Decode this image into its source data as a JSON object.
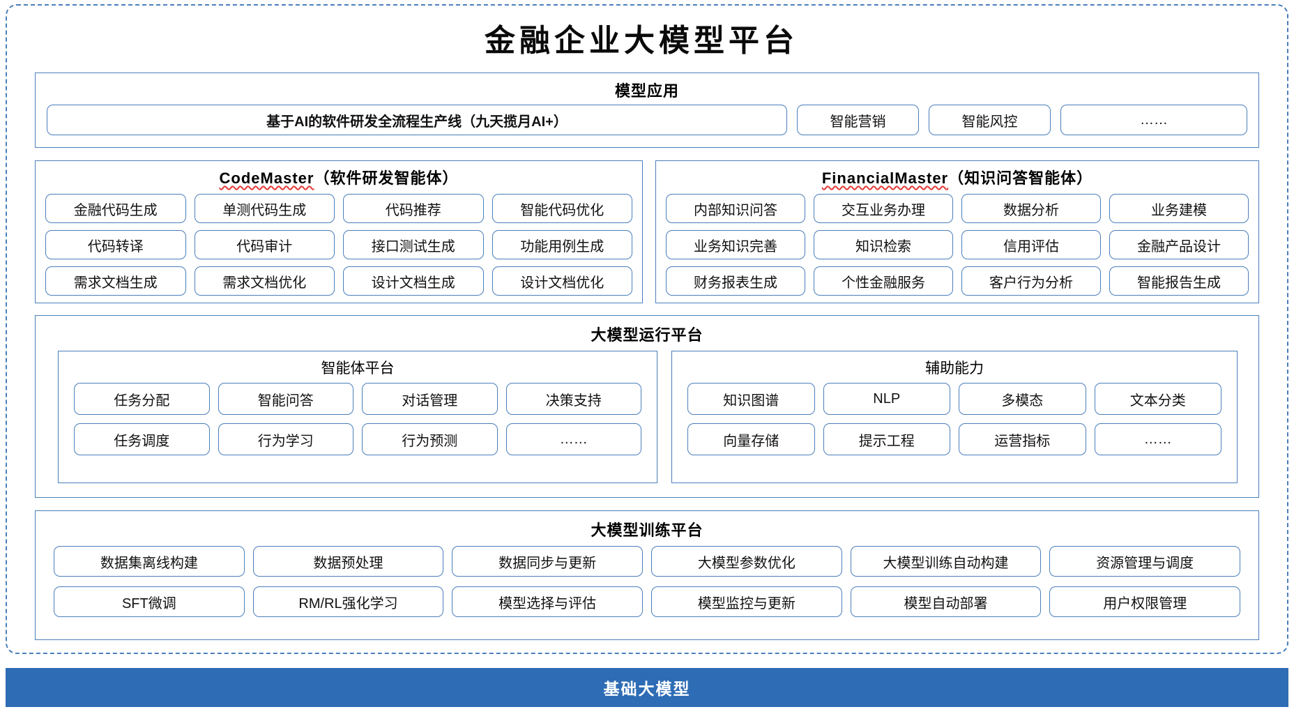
{
  "page": {
    "title": "金融企业大模型平台",
    "accent_color": "#4a7ebb",
    "base_bar_color": "#2e6cb5",
    "spellcheck_underline_color": "#e53935"
  },
  "model_application": {
    "title": "模型应用",
    "flagship": "基于AI的软件研发全流程生产线（九天揽月AI+）",
    "items": [
      "智能营销",
      "智能风控",
      "……"
    ]
  },
  "agents": [
    {
      "name": "CodeMaster",
      "suffix": "（软件研发智能体）",
      "rows": [
        [
          "金融代码生成",
          "单测代码生成",
          "代码推荐",
          "智能代码优化"
        ],
        [
          "代码转译",
          "代码审计",
          "接口测试生成",
          "功能用例生成"
        ],
        [
          "需求文档生成",
          "需求文档优化",
          "设计文档生成",
          "设计文档优化"
        ]
      ]
    },
    {
      "name": "FinancialMaster",
      "suffix": "（知识问答智能体）",
      "rows": [
        [
          "内部知识问答",
          "交互业务办理",
          "数据分析",
          "业务建模"
        ],
        [
          "业务知识完善",
          "知识检索",
          "信用评估",
          "金融产品设计"
        ],
        [
          "财务报表生成",
          "个性金融服务",
          "客户行为分析",
          "智能报告生成"
        ]
      ]
    }
  ],
  "runtime_platform": {
    "title": "大模型运行平台",
    "sections": [
      {
        "title": "智能体平台",
        "rows": [
          [
            "任务分配",
            "智能问答",
            "对话管理",
            "决策支持"
          ],
          [
            "任务调度",
            "行为学习",
            "行为预测",
            "……"
          ]
        ]
      },
      {
        "title": "辅助能力",
        "rows": [
          [
            "知识图谱",
            "NLP",
            "多模态",
            "文本分类"
          ],
          [
            "向量存储",
            "提示工程",
            "运营指标",
            "……"
          ]
        ]
      }
    ]
  },
  "training_platform": {
    "title": "大模型训练平台",
    "rows": [
      [
        "数据集离线构建",
        "数据预处理",
        "数据同步与更新",
        "大模型参数优化",
        "大模型训练自动构建",
        "资源管理与调度"
      ],
      [
        "SFT微调",
        "RM/RL强化学习",
        "模型选择与评估",
        "模型监控与更新",
        "模型自动部署",
        "用户权限管理"
      ]
    ]
  },
  "base_model": {
    "label": "基础大模型"
  }
}
